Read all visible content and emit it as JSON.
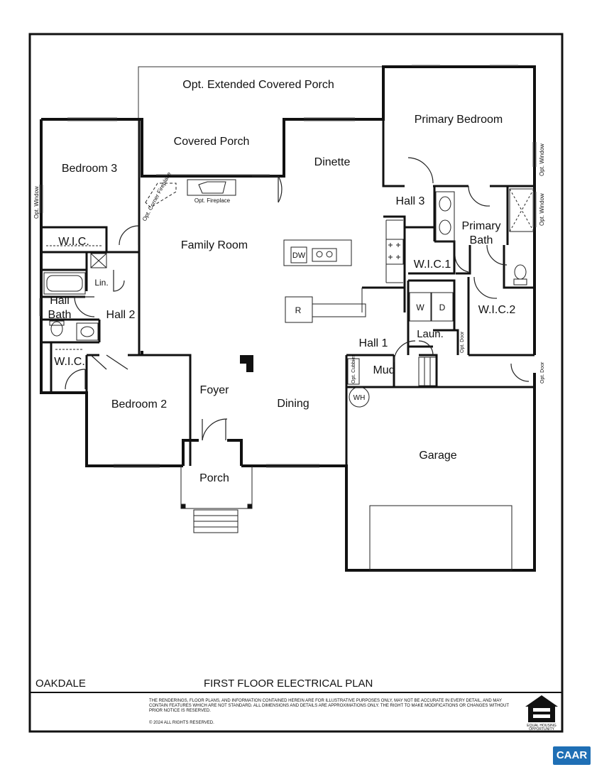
{
  "rooms": {
    "opt_extended_covered_porch": "Opt. Extended Covered Porch",
    "primary_bedroom": "Primary Bedroom",
    "covered_porch": "Covered Porch",
    "dinette": "Dinette",
    "bedroom_3": "Bedroom 3",
    "hall_3": "Hall 3",
    "primary_bath_1": "Primary",
    "primary_bath_2": "Bath",
    "wic_bed3": "W.I.C.",
    "family_room": "Family Room",
    "wic_1": "W.I.C.1",
    "lin": "Lin.",
    "hall_bath_1": "Hall",
    "hall_bath_2": "Bath",
    "hall_2": "Hall 2",
    "wic_2": "W.I.C.2",
    "laun": "Laun.",
    "hall_1": "Hall 1",
    "wic_bed2": "W.I.C.",
    "mud": "Mud",
    "bedroom_2": "Bedroom 2",
    "foyer": "Foyer",
    "dining": "Dining",
    "garage": "Garage",
    "porch": "Porch"
  },
  "fixtures": {
    "dw": "DW",
    "r": "R",
    "w": "W",
    "d": "D",
    "wh": "WH",
    "opt_fireplace": "Opt. Fireplace",
    "opt_corner_fireplace": "Opt. Corner Fireplace",
    "opt_window_left": "Opt. Window",
    "opt_window_right_1": "Opt. Window",
    "opt_window_right_2": "Opt. Window",
    "opt_cubbies": "Opt. Cubbies",
    "opt_door_laun": "Opt. Door",
    "opt_door_garage": "Opt. Door"
  },
  "footer": {
    "plan_name": "OAKDALE",
    "plan_title": "FIRST FLOOR ELECTRICAL PLAN",
    "disclaimer": "THE RENDERINGS, FLOOR PLANS, AND INFORMATION CONTAINED HEREIN ARE FOR ILLUSTRATIVE PURPOSES ONLY, MAY NOT BE ACCURATE IN EVERY DETAIL, AND MAY CONTAIN FEATURES WHICH ARE NOT STANDARD.  ALL DIMENSIONS AND DETAILS ARE APPROXIMATIONS ONLY.  THE RIGHT TO MAKE MODIFICATIONS OR CHANGES WITHOUT PRIOR NOTICE IS RESERVED.",
    "copyright": "© 2024 ALL RIGHTS RESERVED.",
    "equal_housing": "EQUAL HOUSING OPPORTUNITY"
  },
  "badge": {
    "caar": "CAAR",
    "color": "#1f6fb5"
  }
}
